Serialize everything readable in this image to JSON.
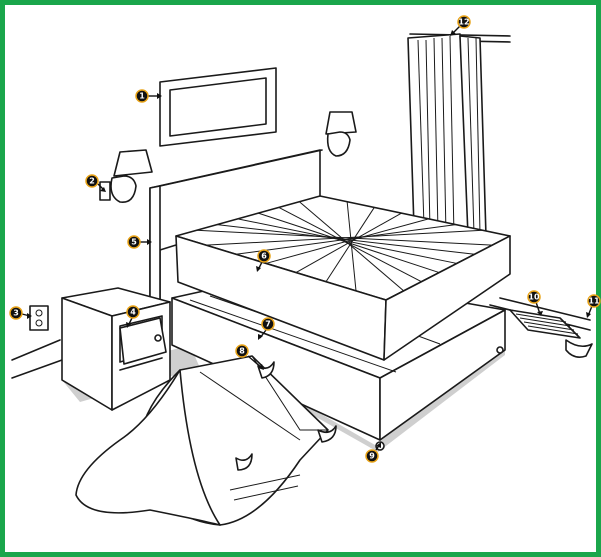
{
  "colors": {
    "frame": "#1aa64b",
    "badge_fill": "#111111",
    "badge_ring": "#e8a317",
    "line": "#1a1a1a"
  },
  "callouts": [
    {
      "number": "1"
    },
    {
      "number": "2"
    },
    {
      "number": "3"
    },
    {
      "number": "4"
    },
    {
      "number": "5"
    },
    {
      "number": "6"
    },
    {
      "number": "7"
    },
    {
      "number": "8"
    },
    {
      "number": "9"
    },
    {
      "number": "10"
    },
    {
      "number": "11"
    },
    {
      "number": "12"
    }
  ]
}
